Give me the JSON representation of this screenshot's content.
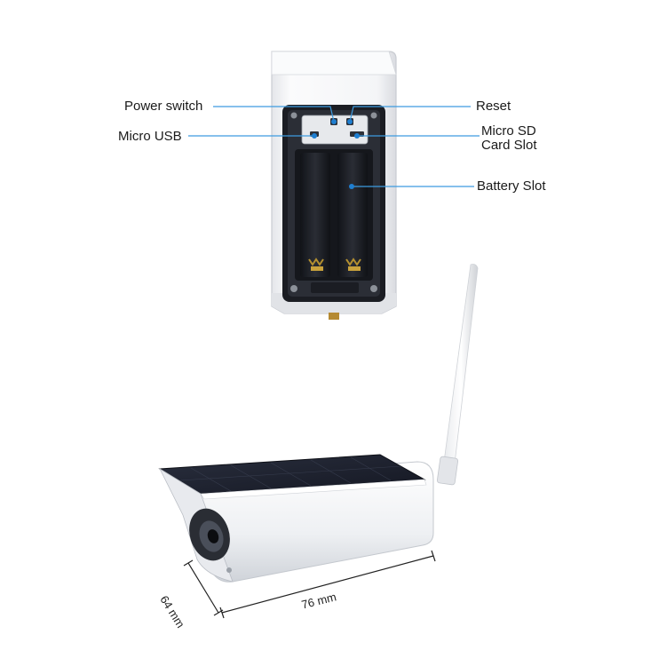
{
  "callouts": {
    "power_switch": "Power switch",
    "micro_usb": "Micro USB",
    "reset": "Reset",
    "micro_sd_line1": "Micro SD",
    "micro_sd_line2": "Card Slot",
    "battery_slot": "Battery Slot"
  },
  "dimensions": {
    "depth": "64 mm",
    "length": "76 mm"
  },
  "colors": {
    "callout_line": "#3d9be0",
    "callout_dot": "#1f7fd1",
    "housing": "#f4f5f7",
    "solar_panel": "#1e2230"
  }
}
